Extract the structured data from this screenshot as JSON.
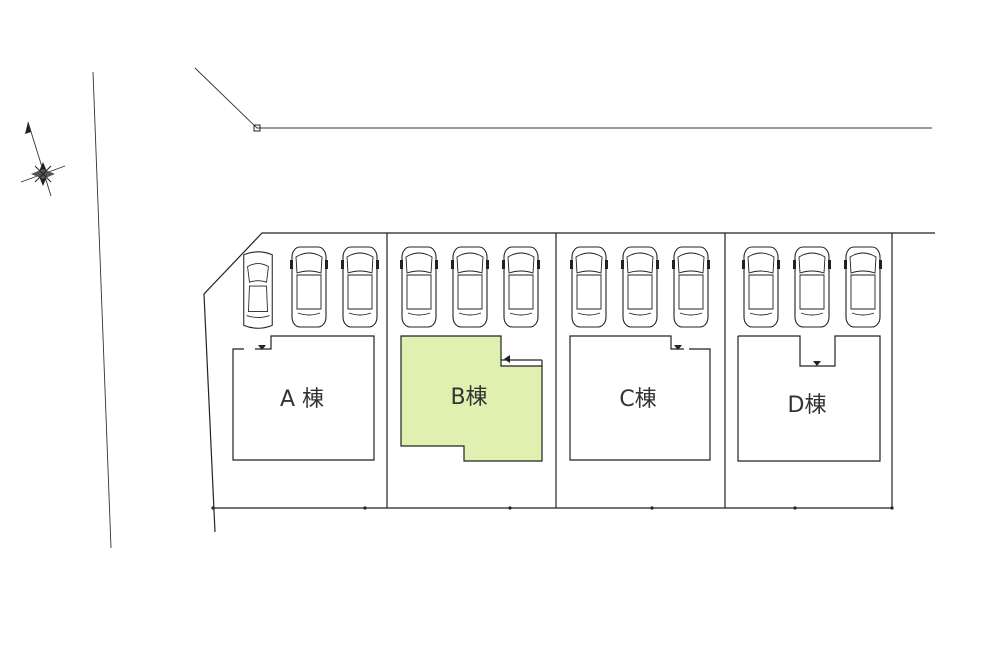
{
  "lots": [
    {
      "id": "A",
      "label": "A 棟",
      "highlighted": false
    },
    {
      "id": "B",
      "label": "B棟",
      "highlighted": true
    },
    {
      "id": "C",
      "label": "C棟",
      "highlighted": false
    },
    {
      "id": "D",
      "label": "D棟",
      "highlighted": false
    }
  ],
  "colors": {
    "highlight_fill": "#dff0b0",
    "line": "#222222",
    "background": "#ffffff"
  },
  "icons": {
    "north_arrow": "compass-rose-icon",
    "car": "car-topview-icon"
  }
}
